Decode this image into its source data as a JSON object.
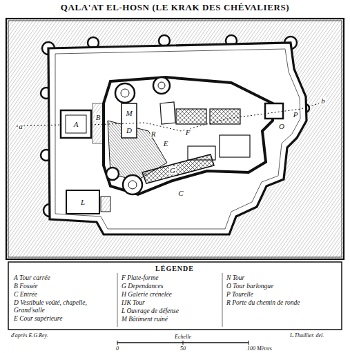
{
  "diagram": {
    "title": "QALA'AT EL-HOSN (LE KRAK DES CHÉVALIERS)",
    "labels": [
      "a",
      "A",
      "B",
      "M",
      "D",
      "R",
      "F",
      "E",
      "G",
      "C",
      "L",
      "O",
      "P",
      "b",
      "LÉGENDE",
      "d'après E.G.Rey.",
      "Echelle",
      "0",
      "50",
      "100 Mètres",
      "L.Thuillier. del."
    ],
    "legend": [
      {
        "text": "A Tour carrée"
      },
      {
        "text": "B Fossée"
      },
      {
        "text": "C Entrée"
      },
      {
        "text": "D Vestibule voûté, chapelle, Grand'salle"
      },
      {
        "text": "E Cour supérieure"
      },
      {
        "text": "F Plate-forme"
      },
      {
        "text": "G Dependances"
      },
      {
        "text": "H Galerie crénelée"
      },
      {
        "text": "IJK Tour"
      },
      {
        "text": "L Ouvrage de défense"
      },
      {
        "text": "M Bâtiment ruiné"
      },
      {
        "text": "N Tour"
      },
      {
        "text": "O Tour barlongue"
      },
      {
        "text": "P Tourelle"
      },
      {
        "text": "R Porte du chemin de ronde"
      }
    ]
  }
}
